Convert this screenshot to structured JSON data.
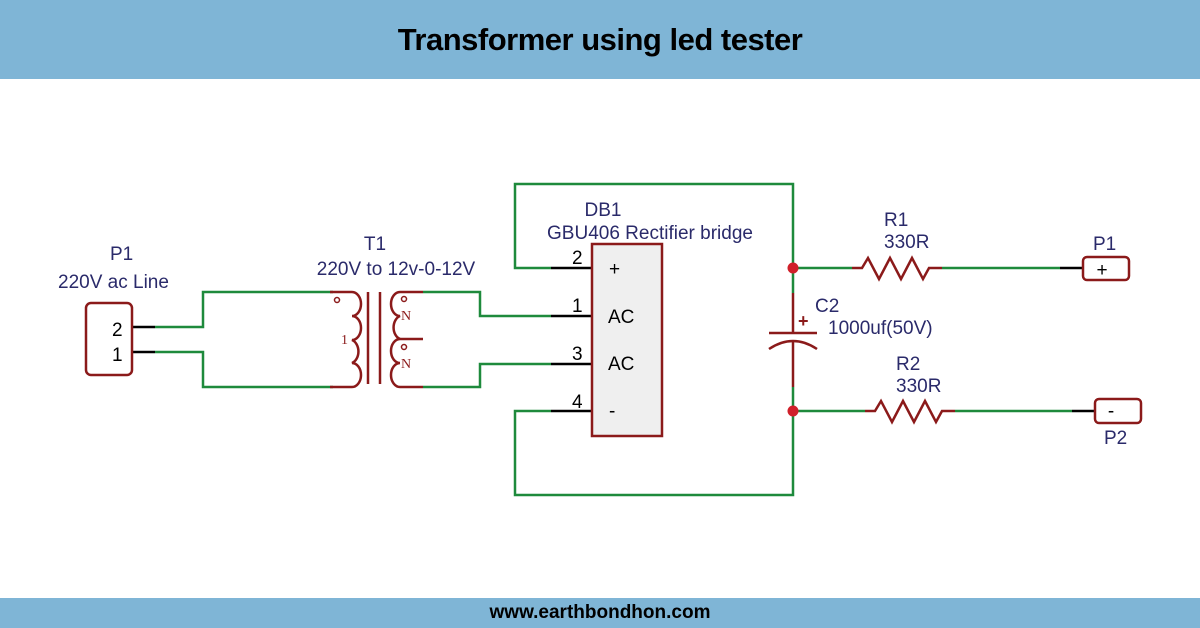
{
  "header": {
    "title": "Transformer using led tester"
  },
  "footer": {
    "url": "www.earthbondhon.com"
  },
  "colors": {
    "band": "#7fb5d6",
    "wire": "#1e8a3c",
    "component": "#8b1a1a",
    "junction": "#d0202a",
    "label": "#2a2a6a"
  },
  "components": {
    "p1_in": {
      "ref": "P1",
      "value": "220V ac Line",
      "pins": [
        "2",
        "1"
      ]
    },
    "t1": {
      "ref": "T1",
      "value": "220V to 12v-0-12V",
      "primary_mark": "1",
      "secondary_mark": "N"
    },
    "db1": {
      "ref": "DB1",
      "value": "GBU406 Rectifier bridge",
      "pins": [
        {
          "num": "2",
          "name": "+"
        },
        {
          "num": "1",
          "name": "AC"
        },
        {
          "num": "3",
          "name": "AC"
        },
        {
          "num": "4",
          "name": "-"
        }
      ]
    },
    "c2": {
      "ref": "C2",
      "value": "1000uf(50V)",
      "polarity": "+"
    },
    "r1": {
      "ref": "R1",
      "value": "330R"
    },
    "r2": {
      "ref": "R2",
      "value": "330R"
    },
    "p1_out": {
      "ref": "P1",
      "pin": "+"
    },
    "p2_out": {
      "ref": "P2",
      "pin": "-"
    }
  }
}
